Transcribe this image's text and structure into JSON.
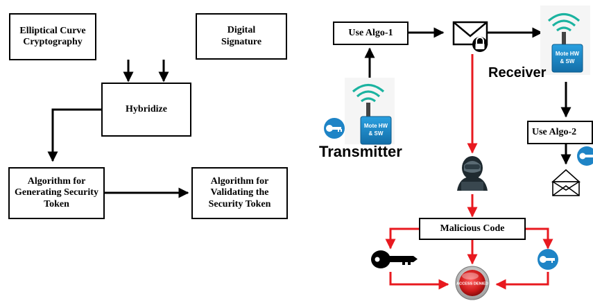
{
  "left_diagram": {
    "ecc": "Elliptical Curve Cryptography",
    "digital_signature": "Digital Signature",
    "hybridize": "Hybridize",
    "generating": "Algorithm for Generating Security Token",
    "validating": "Algorithm for Validating the Security Token"
  },
  "right_diagram": {
    "use_algo_1": "Use Algo-1",
    "use_algo_2": "Use Algo-2",
    "receiver": "Receiver",
    "transmitter": "Transmitter",
    "mote_line1": "Mote HW",
    "mote_line2": "& SW",
    "malicious_code": "Malicious Code",
    "access_denied": "ACCESS DENIED"
  },
  "colors": {
    "attack_arrow": "#e8191f",
    "mote_blue": "#1e84c6",
    "signal_teal": "#1bb3a0",
    "access_red": "#cc1a1a"
  }
}
